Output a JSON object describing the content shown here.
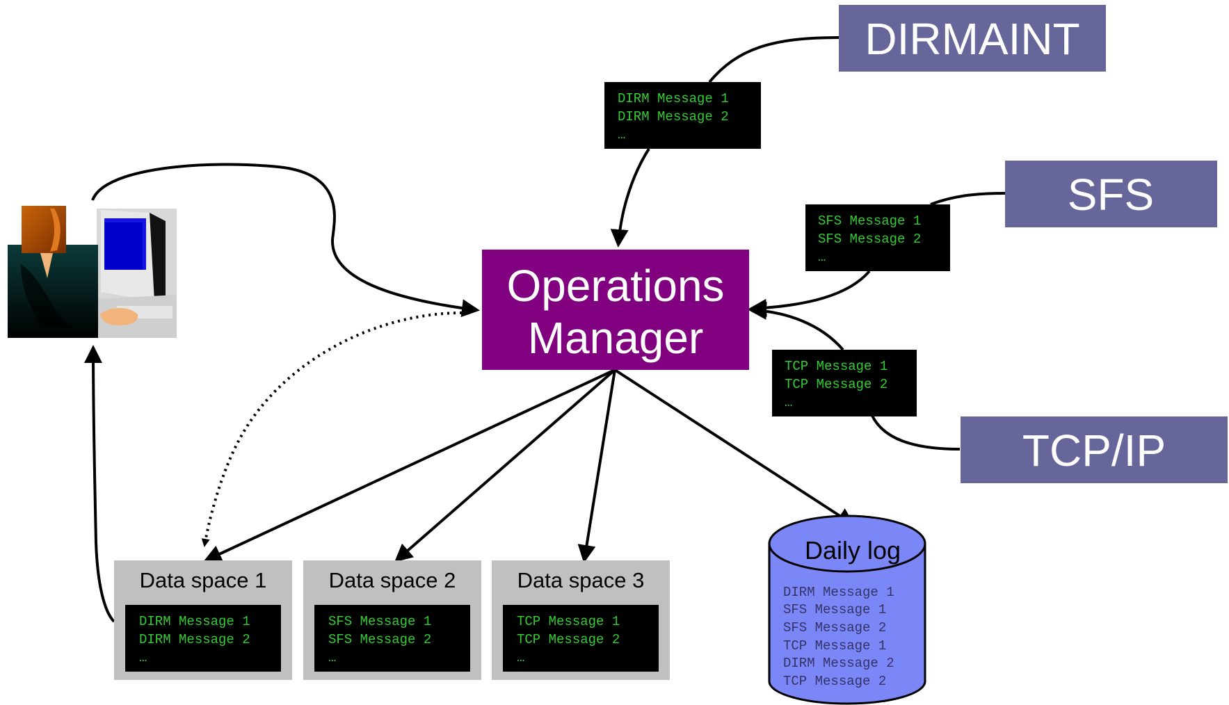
{
  "sources": [
    {
      "id": "dirmaint",
      "label": "DIRMAINT",
      "messages": [
        "DIRM Message 1",
        "DIRM Message 2",
        "…"
      ]
    },
    {
      "id": "sfs",
      "label": "SFS",
      "messages": [
        "SFS Message 1",
        "SFS Message 2",
        "…"
      ]
    },
    {
      "id": "tcpip",
      "label": "TCP/IP",
      "messages": [
        "TCP Message 1",
        "TCP Message 2",
        "…"
      ]
    }
  ],
  "hub": {
    "line1": "Operations",
    "line2": "Manager"
  },
  "data_spaces": [
    {
      "title": "Data space 1",
      "messages": [
        "DIRM Message 1",
        "DIRM Message 2",
        "…"
      ]
    },
    {
      "title": "Data space 2",
      "messages": [
        "SFS Message 1",
        "SFS Message 2",
        "…"
      ]
    },
    {
      "title": "Data space 3",
      "messages": [
        "TCP Message 1",
        "TCP Message 2",
        "…"
      ]
    }
  ],
  "daily_log": {
    "title": "Daily log",
    "messages": [
      "DIRM Message 1",
      "SFS Message 1",
      "SFS Message 2",
      "TCP Message 1",
      "DIRM Message 2",
      "TCP Message 2"
    ]
  },
  "colors": {
    "source_box": "#66669a",
    "hub_box": "#800080",
    "terminal_bg": "#000000",
    "terminal_text": "#33cc33",
    "data_space_bg": "#c0c0c0",
    "log_cylinder": "#7b86f7"
  },
  "icons": {
    "user": "user-at-computer-icon"
  }
}
